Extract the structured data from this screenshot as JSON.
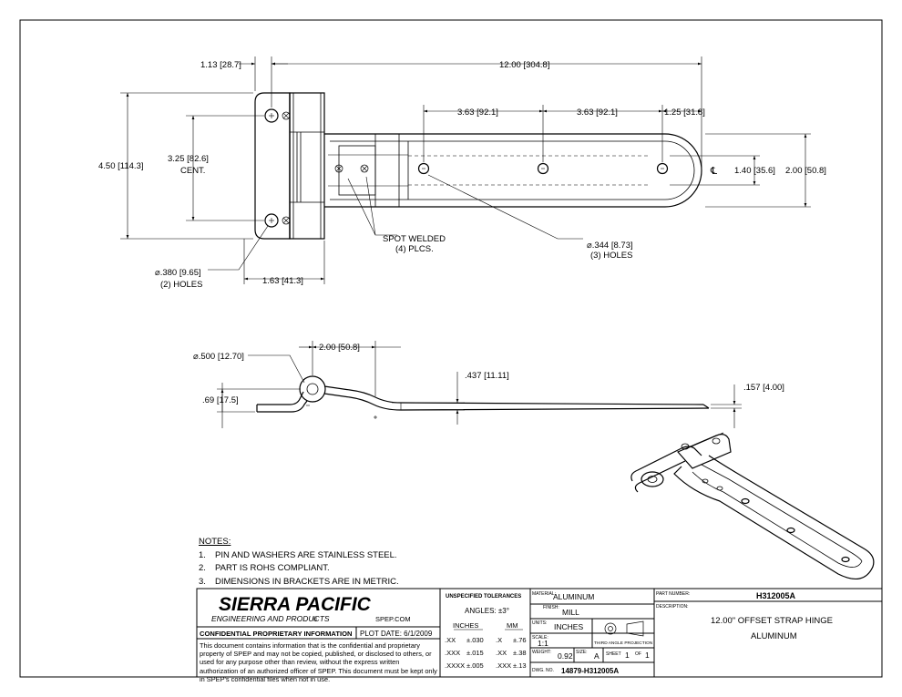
{
  "dimensions": {
    "top_left_1": "1.13",
    "top_left_1_mm": "28.7",
    "overall_length": "12.00",
    "overall_length_mm": "304.8",
    "hole_spacing_1": "3.63",
    "hole_spacing_1_mm": "92.1",
    "hole_spacing_2": "3.63",
    "hole_spacing_2_mm": "92.1",
    "end_offset": "1.25",
    "end_offset_mm": "31.8",
    "overall_height": "4.50",
    "overall_height_mm": "114.3",
    "hole_centers": "3.25",
    "hole_centers_mm": "82.6",
    "hole_centers_note": "CENT.",
    "strap_inner": "1.40",
    "strap_inner_mm": "35.6",
    "strap_width": "2.00",
    "strap_width_mm": "50.8",
    "leaf_hole_dia": "⌀.380",
    "leaf_hole_dia_mm": "9.65",
    "leaf_hole_qty": "(2) HOLES",
    "leaf_width": "1.63",
    "leaf_width_mm": "41.3",
    "spot_weld": "SPOT WELDED",
    "spot_weld_qty": "(4) PLCS.",
    "strap_hole_dia": "⌀.344",
    "strap_hole_dia_mm": "8.73",
    "strap_hole_qty": "(3) HOLES",
    "centerline": "℄",
    "pin_dia": "⌀.500",
    "pin_dia_mm": "12.70",
    "offset_len": "2.00",
    "offset_len_mm": "50.8",
    "offset_drop": ".437",
    "offset_drop_mm": "11.11",
    "thickness": ".157",
    "thickness_mm": "4.00",
    "knuckle_height": ".69",
    "knuckle_height_mm": "17.5"
  },
  "notes": {
    "title": "NOTES:",
    "items": [
      {
        "num": "1.",
        "text": "PIN AND WASHERS ARE STAINLESS STEEL."
      },
      {
        "num": "2.",
        "text": "PART IS ROHS COMPLIANT."
      },
      {
        "num": "3.",
        "text": "DIMENSIONS IN BRACKETS ARE IN METRIC."
      }
    ]
  },
  "title_block": {
    "company": "SIERRA PACIFIC",
    "company_sub": "ENGINEERING AND PRODUCTS",
    "website": "SPEP.COM",
    "confidential_label": "CONFIDENTIAL PROPRIETARY INFORMATION",
    "plot_date_label": "PLOT DATE:",
    "plot_date": "6/1/2009",
    "confidential_text": "This document contains information that is the confidential and proprietary property of SPEP and may not be copied, published, or disclosed to others, or used for any purpose  other than review, without the express written authorization of an authorized officer of SPEP. This document must be kept only in SPEP's confidential files when not in use.",
    "tolerances_label": "UNSPECIFIED TOLERANCES",
    "angles": "ANGLES: ±3°",
    "inches_head": "INCHES",
    "mm_head": "MM",
    "tol_rows": [
      {
        "in_prec": ".XX",
        "in_tol": "±.030",
        "mm_prec": ".X",
        "mm_tol": "±.76"
      },
      {
        "in_prec": ".XXX",
        "in_tol": "±.015",
        "mm_prec": ".XX",
        "mm_tol": "±.38"
      },
      {
        "in_prec": ".XXXX",
        "in_tol": "±.005",
        "mm_prec": ".XXX",
        "mm_tol": "±.13"
      }
    ],
    "material_label": "MATERIAL:",
    "material": "ALUMINUM",
    "finish_label": "FINISH:",
    "finish": "MILL",
    "units_label": "UNITS:",
    "units": "INCHES",
    "scale_label": "SCALE:",
    "scale": "1:1",
    "projection": "THIRD ANGLE PROJECTION",
    "weight_label": "WEIGHT:",
    "weight": "0.92",
    "size_label": "SIZE:",
    "size": "A",
    "sheet_label": "SHEET",
    "sheet": "1",
    "of_label": "OF",
    "of": "1",
    "dwg_label": "DWG. NO.",
    "dwg_no": "14879-H312005A",
    "part_number_label": "PART NUMBER:",
    "part_number": "H312005A",
    "description_label": "DESCRIPTION:",
    "description_1": "12.00\" OFFSET STRAP HINGE",
    "description_2": "ALUMINUM"
  }
}
